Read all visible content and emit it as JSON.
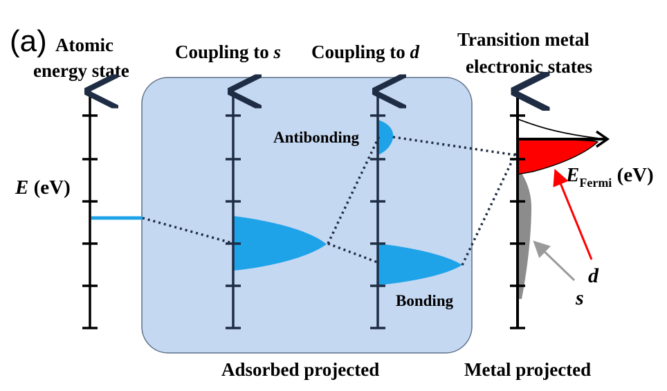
{
  "panel_label": "(a)",
  "headers": {
    "atomic_line1": "Atomic",
    "atomic_line2": "energy state",
    "coupling_s_prefix": "Coupling to ",
    "coupling_s_letter": "s",
    "coupling_d_prefix": "Coupling to ",
    "coupling_d_letter": "d",
    "tm_line1": "Transition metal",
    "tm_line2": "electronic states"
  },
  "labels": {
    "energy_axis_E": "E",
    "energy_axis_unit": " (eV)",
    "antibonding": "Antibonding",
    "bonding": "Bonding",
    "fermi_E": "E",
    "fermi_sub": "Fermi",
    "fermi_unit": " (eV)",
    "d_band": "d",
    "s_band": "s"
  },
  "footers": {
    "adsorbed": "Adsorbed projected",
    "metal": "Metal projected"
  },
  "colors": {
    "axis": "#000000",
    "axis_dark": "#1f2d44",
    "panel_fill": "#c5d8f2",
    "panel_stroke": "#5d6f87",
    "state_blue": "#1fa3e8",
    "d_band_red": "#ff0000",
    "s_band_gray": "#8c8c8c",
    "arrow_gray": "#9a9a9a"
  }
}
